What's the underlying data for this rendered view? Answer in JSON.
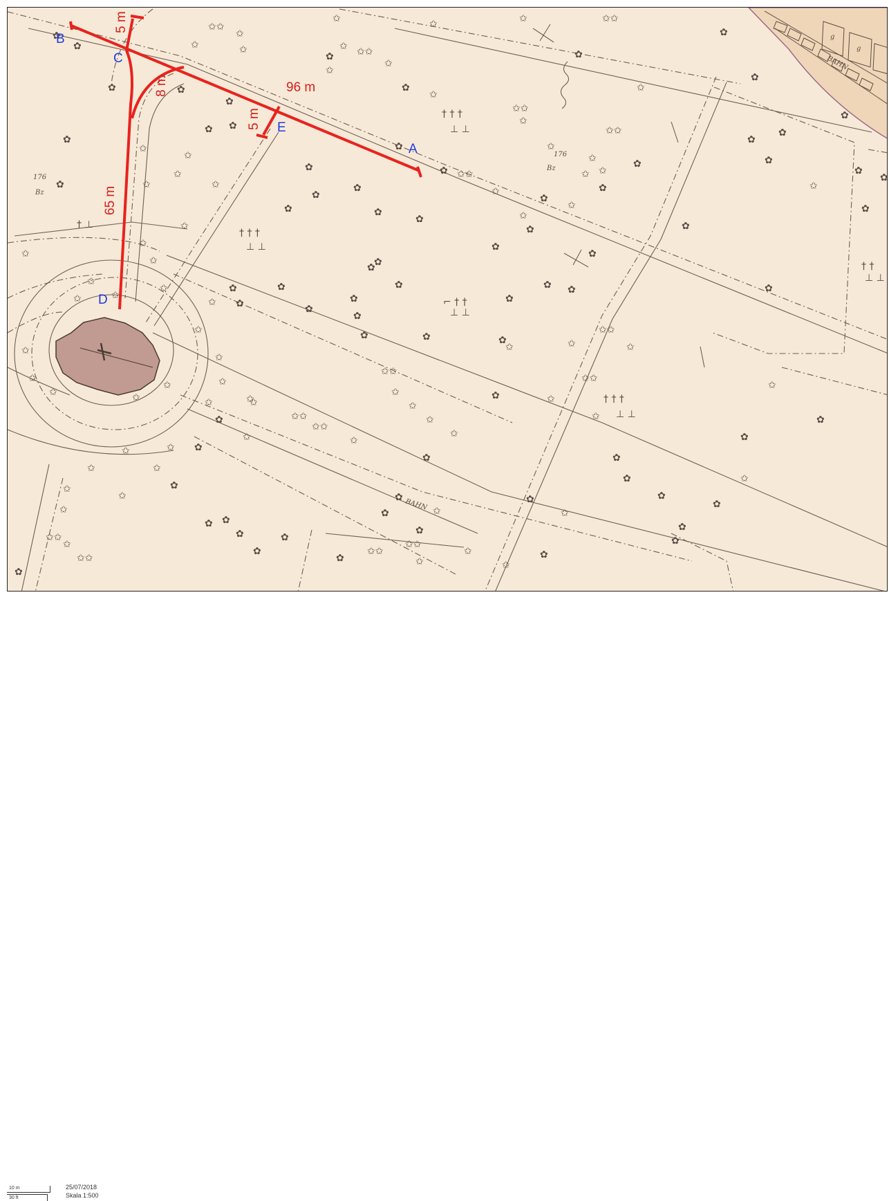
{
  "map": {
    "background_color": "#f7e9d7",
    "measure_color": "#e8221e",
    "label_color": "#1f3be0",
    "building_color": "#c19b91",
    "measurements": {
      "ab": "96 m",
      "cd": "65 m",
      "c_top": "5 m",
      "branch": "8 m",
      "e": "5 m"
    },
    "points": {
      "a": "A",
      "b": "B",
      "c": "C",
      "d": "D",
      "e": "E"
    },
    "map_annotations": {
      "num_176_left": "176",
      "bz_left": "Bz",
      "num_176_right": "176",
      "bz_right": "Bz",
      "bahn_top": "BAHN",
      "g1": "g",
      "g2": "g",
      "bahn_bottom": "BAHN"
    }
  },
  "footer": {
    "scale_metric": "10 m",
    "scale_imperial": "30 ft",
    "date": "25/07/2018",
    "scale": "Skala 1:500"
  }
}
